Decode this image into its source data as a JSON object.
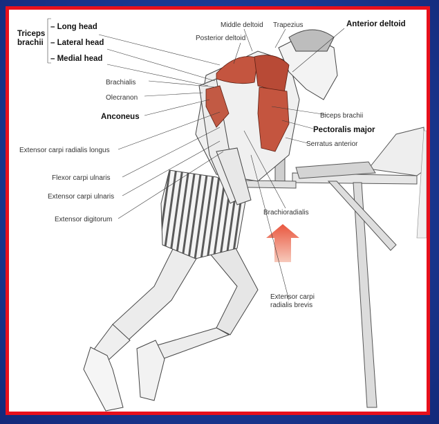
{
  "labels": {
    "triceps_line1": "Triceps",
    "triceps_line2": "brachii",
    "long_head": "– Long head",
    "lateral_head": "– Lateral head",
    "medial_head": "– Medial head",
    "middle_deltoid": "Middle deltoid",
    "trapezius": "Trapezius",
    "posterior_deltoid": "Posterior deltoid",
    "anterior_deltoid": "Anterior deltoid",
    "brachialis": "Brachialis",
    "olecranon": "Olecranon",
    "anconeus": "Anconeus",
    "biceps_brachii": "Biceps brachii",
    "pectoralis_major": "Pectoralis major",
    "serratus_anterior": "Serratus anterior",
    "ext_carpi_radialis_longus": "Extensor carpi radialis longus",
    "flexor_carpi_ulnaris": "Flexor carpi ulnaris",
    "ext_carpi_ulnaris": "Extensor carpi ulnaris",
    "extensor_digitorum": "Extensor digitorum",
    "brachioradialis": "Brachioradialis",
    "ext_carpi_radialis_brevis_1": "Extensor carpi",
    "ext_carpi_radialis_brevis_2": "radialis brevis"
  },
  "colors": {
    "background": "#1b3a94",
    "frame_border": "#e8101c",
    "muscle": "#c4553f",
    "arrow": "#e9573f"
  }
}
